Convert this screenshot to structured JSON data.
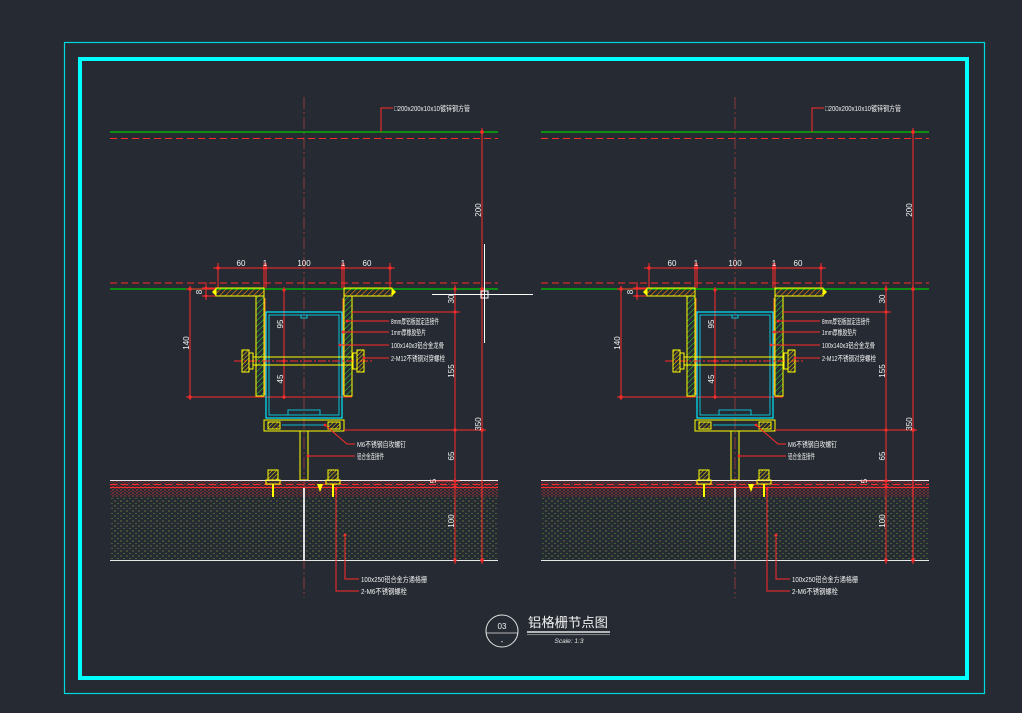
{
  "drawing": {
    "title": "铝格栅节点图",
    "scale": "Scale: 1:3",
    "detail_no": "03",
    "sheet_ref": "-",
    "labels": {
      "top_tube": "□200x200x10x10镀锌钢方管",
      "flange_plate": "8mm厚铝板固定连接件",
      "rubber_pad": "1mm厚橡胶垫片",
      "main_tube": "100x140x3铝合金龙骨",
      "through_bolt": "2-M12不锈钢对穿螺栓",
      "screw": "M6不锈钢自攻螺钉",
      "connector": "铝合金连接件",
      "grille": "100x250铝合金方通格栅",
      "bottom_bolt": "2-M6不锈钢螺栓"
    },
    "dims": {
      "w60a": "60",
      "w1a": "1",
      "w100": "100",
      "w1b": "1",
      "w60b": "60",
      "t8": "8",
      "h140": "140",
      "h95": "95",
      "h45": "45",
      "h200": "200",
      "h30": "30",
      "h155": "155",
      "h350": "350",
      "h65": "65",
      "h5": "5",
      "h100": "100"
    }
  },
  "colors": {
    "background": "#262b33",
    "frame": "#00ffff",
    "dimension": "#ff2a2a",
    "outline_green": "#00c800",
    "steel_yellow": "#ffff00",
    "tube_cyan": "#00e8ff",
    "text": "#f2f2f2"
  }
}
